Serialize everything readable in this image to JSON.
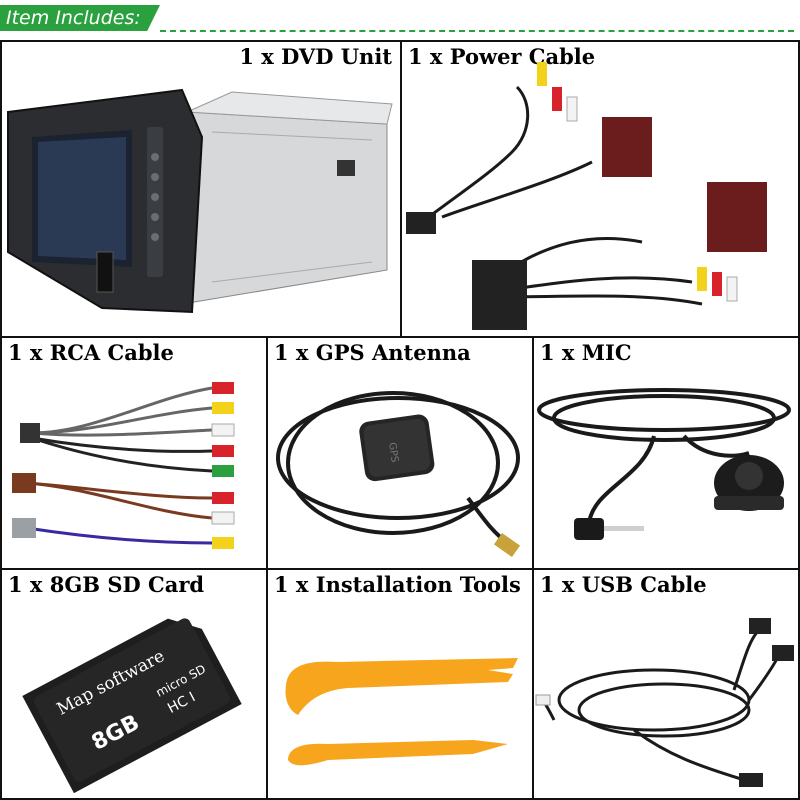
{
  "banner": {
    "title": "Item Includes:",
    "accent": "#2aa13e"
  },
  "items": [
    {
      "label": "1 x DVD Unit"
    },
    {
      "label": "1 x Power Cable"
    },
    {
      "label": "1 x RCA Cable"
    },
    {
      "label": "1 x GPS Antenna"
    },
    {
      "label": "1 x MIC"
    },
    {
      "label": "1 x 8GB SD Card"
    },
    {
      "label": "1 x Installation Tools"
    },
    {
      "label": "1 x USB Cable"
    }
  ],
  "sd_card": {
    "printed_text": "Map software",
    "capacity": "8GB",
    "brand": "micro SD",
    "class": "HC I"
  },
  "gps_text": "GPS",
  "colors": {
    "cable": "#1a1a1a",
    "tool_orange": "#f7a51c",
    "rca_red": "#d8232a",
    "rca_yellow": "#f2d21b",
    "rca_white": "#f3f3f3"
  }
}
